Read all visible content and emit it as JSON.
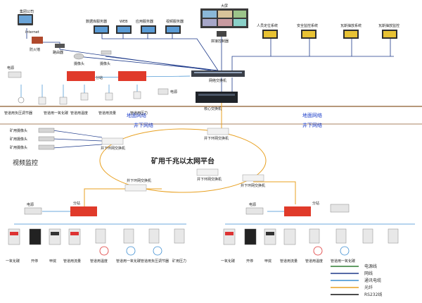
{
  "colors": {
    "power": "#2e7d32",
    "network": "#1e3a8a",
    "comm": "#3c8dd1",
    "fiber": "#e8a020",
    "rs232": "#111111",
    "ground_line": "#8b5a2b",
    "ground_label": "#1a3cc9"
  },
  "top": {
    "group_company": "集团公司",
    "internet": "internet",
    "firewall": "防火墙",
    "router": "路由器",
    "camera1": "摄像头",
    "camera2": "摄像头",
    "big_screen": "大屏",
    "screen_controller": "拼接控制器",
    "servers": [
      "数据库服务器",
      "WEB",
      "应用服务器",
      "视频服务器"
    ],
    "stations": [
      "人员定位系统",
      "安全监控系统",
      "瓦斯抽放系统",
      "瓦斯抽放监控"
    ],
    "network_switch": "网络交换机",
    "core_switch": "核心交换机"
  },
  "left_upper": {
    "power": "电源",
    "substation": "分站",
    "power2": "电源",
    "sensors": [
      "管道用负压调节器",
      "管道用一氧化碳",
      "管道用温度",
      "管道用流量",
      "管道用压力"
    ]
  },
  "ground": {
    "left": "地面网络",
    "left_down": "井下网络",
    "right": "地面网络",
    "right_down": "井下网络"
  },
  "cameras": [
    "矿用摄像头",
    "矿用摄像头",
    "矿用摄像头"
  ],
  "video_monitor": "视频监控",
  "ring": {
    "title": "矿用千兆以太网平台",
    "switches": [
      "井下环网交换机",
      "井下环网交换机",
      "井下环网交换机",
      "井下环网交换机",
      "井下环网交换机"
    ]
  },
  "bottom_left": {
    "power": "电源",
    "substation": "分站",
    "sensors": [
      "一氧化碳",
      "开停",
      "甲烷",
      "管道用流量",
      "管道用温度",
      "管道用一氧化碳",
      "管道用负压调节器",
      "矿用压力"
    ]
  },
  "bottom_right": {
    "power": "电源",
    "substation": "分站",
    "sensors": [
      "一氧化碳",
      "开停",
      "甲烷",
      "管道用流量",
      "管道用温度",
      "管道用一氧化碳"
    ]
  },
  "legend": [
    {
      "label": "电源线",
      "key": "power"
    },
    {
      "label": "网线",
      "key": "network"
    },
    {
      "label": "通讯电缆",
      "key": "comm"
    },
    {
      "label": "光纤",
      "key": "fiber"
    },
    {
      "label": "RS232线",
      "key": "rs232"
    }
  ]
}
